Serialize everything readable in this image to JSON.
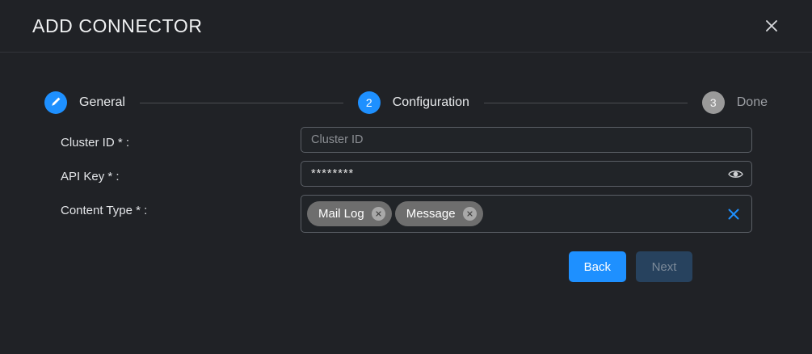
{
  "dialog": {
    "title": "ADD CONNECTOR",
    "close_icon": "close-icon"
  },
  "stepper": {
    "steps": [
      {
        "key": "general",
        "label": "General",
        "badge": "",
        "state": "done",
        "icon": "pencil-icon"
      },
      {
        "key": "configuration",
        "label": "Configuration",
        "badge": "2",
        "state": "active",
        "icon": ""
      },
      {
        "key": "done",
        "label": "Done",
        "badge": "3",
        "state": "idle",
        "icon": ""
      }
    ]
  },
  "form": {
    "fields": [
      {
        "key": "cluster_id",
        "label": "Cluster ID * :",
        "type": "text",
        "value": "",
        "placeholder": "Cluster ID"
      },
      {
        "key": "api_key",
        "label": "API Key * :",
        "type": "password",
        "value": "********",
        "placeholder": "",
        "toggle_icon": "eye-icon"
      },
      {
        "key": "content_type",
        "label": "Content Type * :",
        "type": "multiselect",
        "tags": [
          {
            "label": "Mail Log",
            "remove_icon": "tag-remove-icon"
          },
          {
            "label": "Message",
            "remove_icon": "tag-remove-icon"
          }
        ],
        "clear_icon": "clear-all-icon"
      }
    ]
  },
  "footer": {
    "back_label": "Back",
    "next_label": "Next"
  },
  "colors": {
    "accent_blue": "#1e90ff",
    "background": "#202226",
    "field_bg": "#212428",
    "field_border": "#5b5f66",
    "tag_bg": "#6e6e6e",
    "idle_step": "#9a9a9a",
    "disabled_btn_bg": "#27425e",
    "disabled_btn_text": "#7c8a99"
  }
}
